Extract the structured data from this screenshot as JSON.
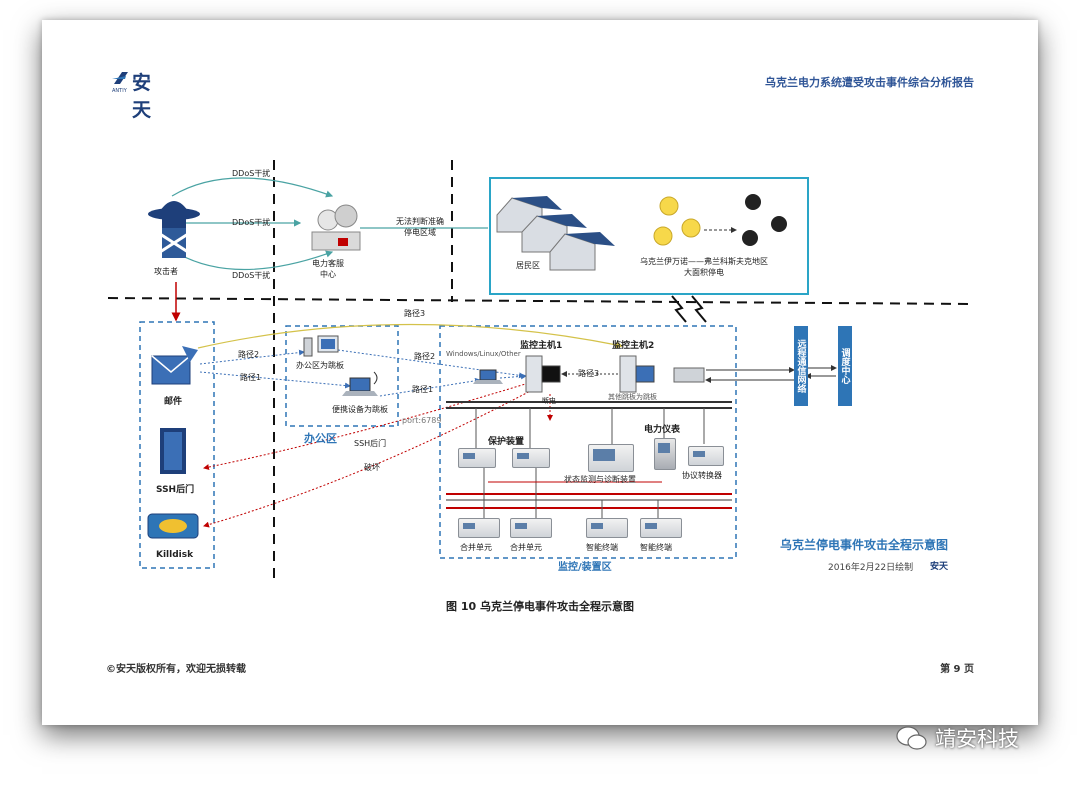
{
  "header": {
    "logo_text": "安天",
    "logo_sub": "ANTIY",
    "report_title": "乌克兰电力系统遭受攻击事件综合分析报告"
  },
  "diagram": {
    "attacker": "攻击者",
    "ddos1": "DDoS干扰",
    "ddos2": "DDoS干扰",
    "ddos3": "DDoS干扰",
    "call_center": "电力客服\n中心",
    "cannot_judge": "无法判断准确\n停电区域",
    "residential": "居民区",
    "blackout": "乌克兰伊万诺——弗兰科斯夫克地区\n大面积停电",
    "path3": "路径3",
    "path2a": "路径2",
    "path1a": "路径1",
    "path2b": "路径2",
    "path1b": "路径1",
    "path3b": "路径3",
    "mail": "邮件",
    "ssh_backdoor": "SSH后门",
    "killdisk": "Killdisk",
    "office_pc": "办公区为跳板",
    "portable": "便携设备为跳板",
    "office_zone": "办公区",
    "port": "port:6789",
    "ssh_backdoor2": "SSH后门",
    "destroy": "破坏",
    "os_label": "Windows/Linux/Other",
    "host1": "监控主机1",
    "host2": "监控主机2",
    "other_jump": "其他跳板为跳板",
    "cut_power": "断电",
    "protect": "保护装置",
    "meter": "电力仪表",
    "status_monitor": "状态监测与诊断装置",
    "protocol_conv": "协议转换器",
    "merge1": "合并单元",
    "merge2": "合并单元",
    "smart1": "智能终端",
    "smart2": "智能终端",
    "monitor_zone": "监控/装置区",
    "remote_net": "远程通信网络",
    "dispatch": "调度中心",
    "fig_title": "乌克兰停电事件攻击全程示意图",
    "fig_date": "2016年2月22日绘制",
    "fig_logo": "安天"
  },
  "caption": "图 10 乌克兰停电事件攻击全程示意图",
  "footer": {
    "copyright": "©安天版权所有，欢迎无损转载",
    "page": "第 9 页"
  },
  "watermark": "靖安科技",
  "colors": {
    "accent_blue": "#2e75b6",
    "dark_blue": "#1e3f7a",
    "red": "#c00000",
    "teal": "#4aa3a3"
  }
}
